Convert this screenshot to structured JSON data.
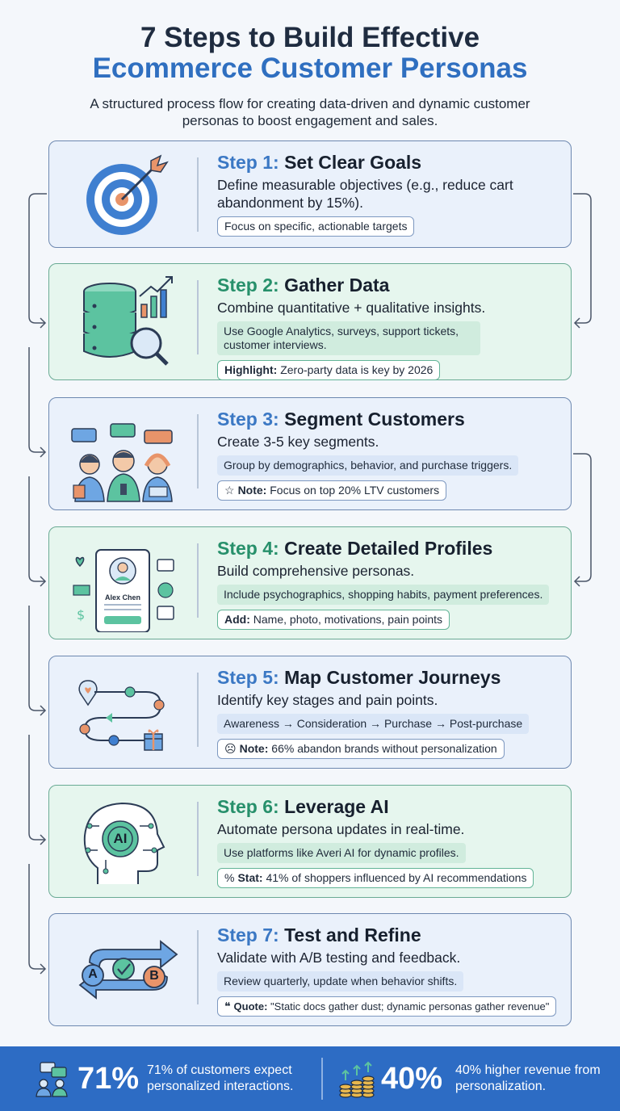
{
  "header": {
    "title_line1": "7 Steps to Build Effective",
    "title_line2": "Ecommerce Customer Personas",
    "subtitle": "A structured process flow for creating data-driven and dynamic customer personas to boost engagement and sales."
  },
  "steps": [
    {
      "num": "Step 1:",
      "name": "Set Clear Goals",
      "desc": "Define measurable objectives (e.g., reduce cart abandonment by 15%).",
      "pill1": "Focus on specific, actionable targets",
      "icon": "target-icon",
      "theme": "blue"
    },
    {
      "num": "Step 2:",
      "name": "Gather Data",
      "desc": "Combine quantitative + qualitative insights.",
      "pill1": "Use Google Analytics, surveys, support tickets, customer interviews.",
      "pill2_label": "Highlight:",
      "pill2_text": " Zero-party data is key by 2026",
      "icon": "database-search-icon",
      "theme": "green"
    },
    {
      "num": "Step 3:",
      "name": "Segment Customers",
      "desc": "Create 3-5 key segments.",
      "pill1": "Group by demographics, behavior, and purchase triggers.",
      "pill2_label": "Note:",
      "pill2_text": " Focus on top 20% LTV customers",
      "icon": "customer-group-icon",
      "theme": "blue"
    },
    {
      "num": "Step 4:",
      "name": "Create Detailed Profiles",
      "desc": "Build comprehensive personas.",
      "pill1": "Include psychographics, shopping habits, payment preferences.",
      "pill2_label": "Add:",
      "pill2_text": " Name, photo, motivations, pain points",
      "profile_name": "Alex Chen",
      "icon": "profile-card-icon",
      "theme": "green"
    },
    {
      "num": "Step 5:",
      "name": "Map Customer Journeys",
      "desc": "Identify key stages and pain points.",
      "pill1": "Awareness → Consideration → Purchase → Post-purchase",
      "pill2_label": "Note:",
      "pill2_text": " 66% abandon brands without personalization",
      "icon": "journey-map-icon",
      "theme": "blue"
    },
    {
      "num": "Step 6:",
      "name": "Leverage AI",
      "desc": "Automate persona updates in real-time.",
      "pill1": "Use platforms like Averi AI for dynamic profiles.",
      "pill2_label": "Stat:",
      "pill2_text": " 41% of shoppers influenced by AI recommendations",
      "ai_label": "AI",
      "icon": "ai-head-icon",
      "theme": "green"
    },
    {
      "num": "Step 7:",
      "name": "Test and Refine",
      "desc": "Validate with A/B testing and feedback.",
      "pill1": "Review quarterly, update when behavior shifts.",
      "pill2_label": "Quote:",
      "pill2_text": " \"Static docs gather dust; dynamic personas gather revenue\"",
      "ab_a": "A",
      "ab_b": "B",
      "icon": "ab-test-icon",
      "theme": "blue"
    }
  ],
  "footer": {
    "stat1_big": "71%",
    "stat1_text": "71% of customers expect personalized interactions.",
    "stat2_big": "40%",
    "stat2_text": "40% higher revenue from personalization."
  },
  "colors": {
    "accent_blue": "#2f6fc0",
    "accent_green": "#27906b",
    "footer_bg": "#2d6cc4"
  }
}
